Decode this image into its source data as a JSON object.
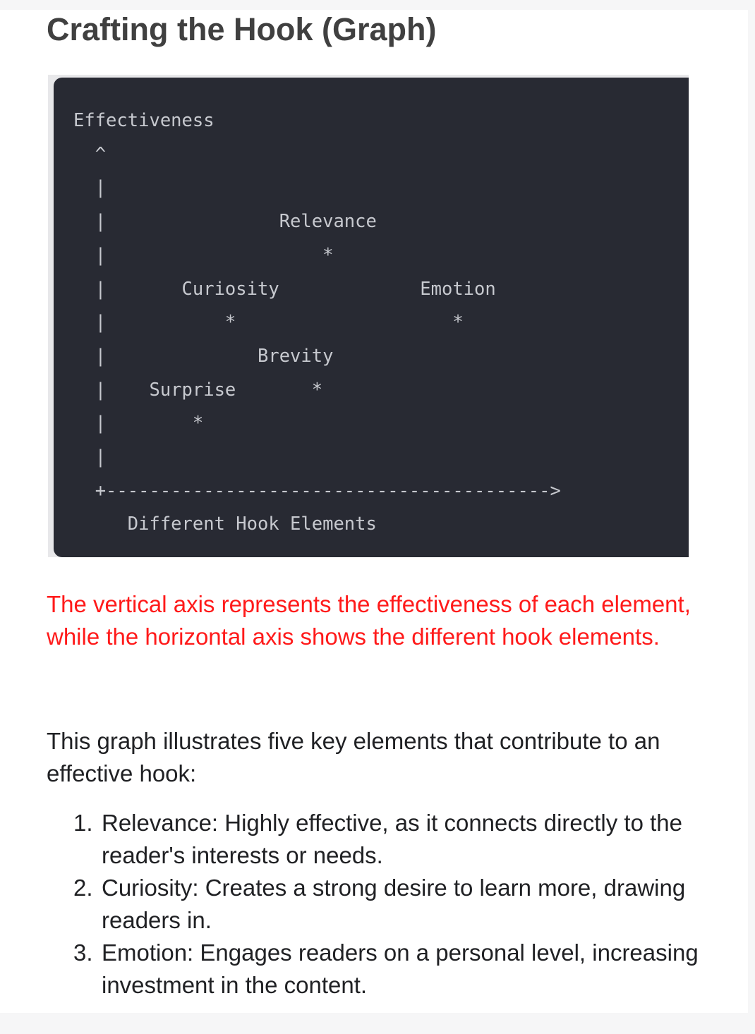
{
  "document": {
    "title": "Crafting the Hook (Graph)",
    "graph_text": "Effectiveness\n  ^\n  |\n  |                Relevance\n  |                    *\n  |       Curiosity             Emotion\n  |           *                    *\n  |              Brevity\n  |    Surprise       *\n  |        *\n  |\n  +-----------------------------------------> \n     Different Hook Elements",
    "caption": "The vertical axis represents the effectiveness of each element, while the horizontal axis shows the different hook elements.",
    "intro": "This graph illustrates five key elements that contribute to an effective hook:",
    "list": [
      {
        "number": "1.",
        "text": "Relevance: Highly effective, as it connects directly to the reader's interests or needs."
      },
      {
        "number": "2.",
        "text": "Curiosity: Creates a strong desire to learn more, drawing readers in."
      },
      {
        "number": "3.",
        "text": "Emotion: Engages readers on a personal level, increasing investment in the content."
      }
    ]
  },
  "colors": {
    "code_background": "#282a33",
    "code_text": "#c7c9cf",
    "caption": "#ff1a1a",
    "title": "#404040"
  }
}
